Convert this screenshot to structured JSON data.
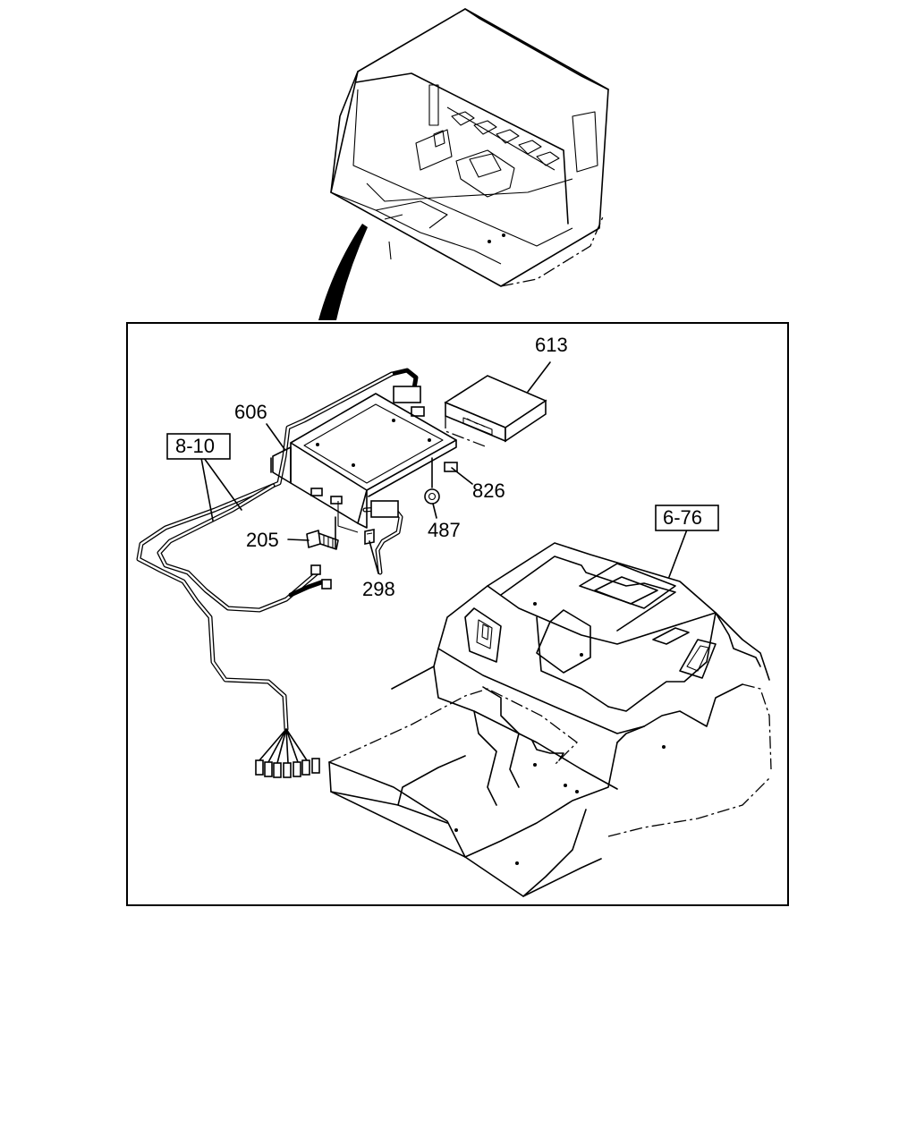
{
  "callouts": {
    "613": "613",
    "606": "606",
    "826": "826",
    "487": "487",
    "205": "205",
    "298": "298"
  },
  "references": {
    "harness": "8-10",
    "console": "6-76"
  }
}
